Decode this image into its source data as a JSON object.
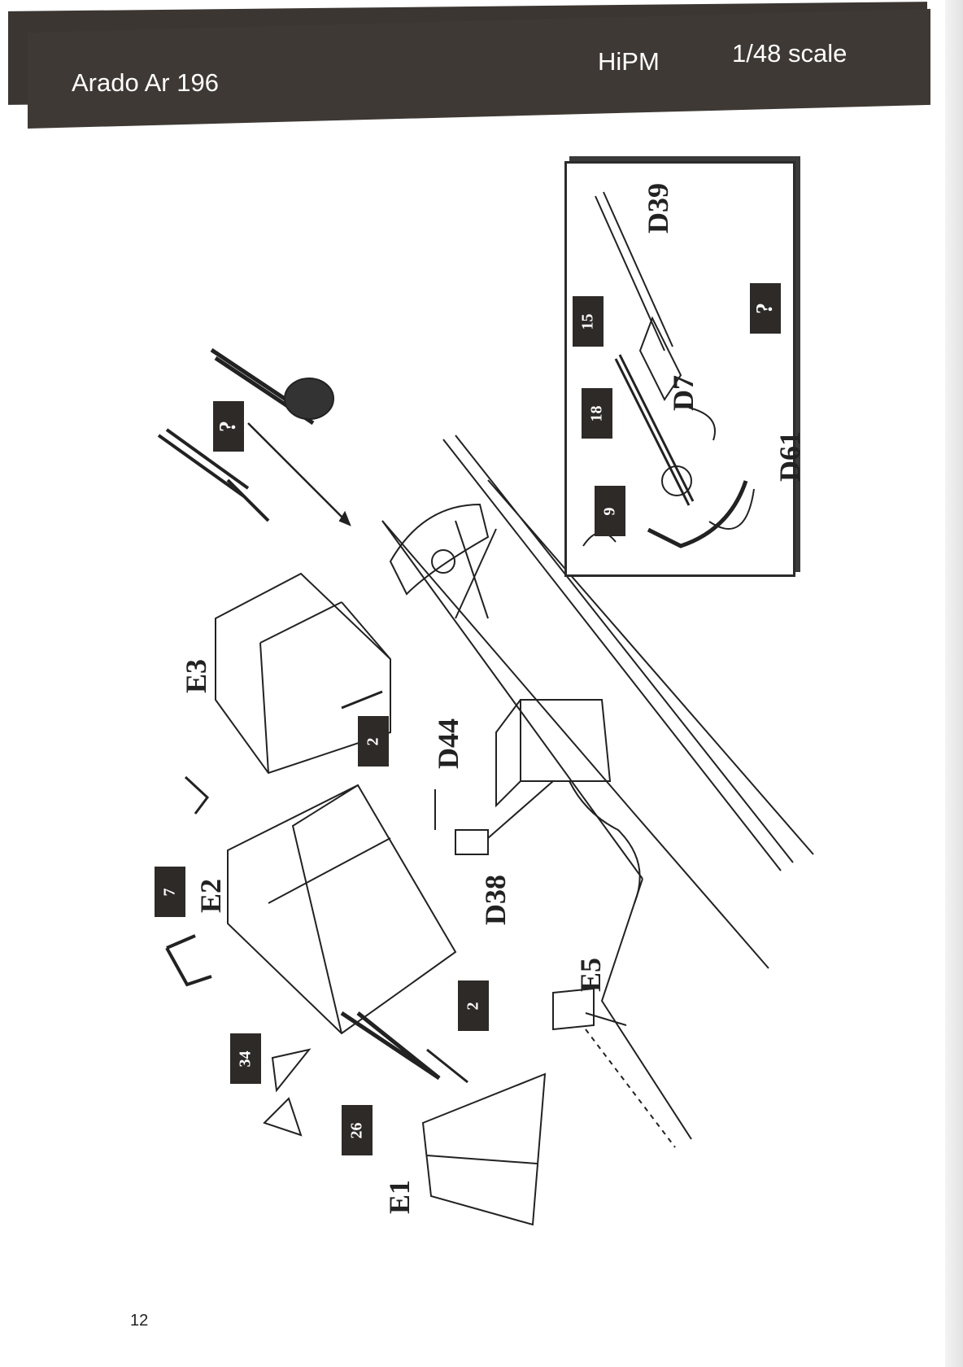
{
  "header": {
    "title": "Arado Ar 196",
    "brand": "HiPM",
    "scale": "1/48 scale",
    "band_color": "#3e3934"
  },
  "inset": {
    "parts": [
      "D39",
      "D7",
      "D61"
    ],
    "badges": [
      "15",
      "?",
      "18",
      "9"
    ]
  },
  "main": {
    "parts": [
      "E3",
      "D44",
      "E2",
      "D38",
      "E5",
      "E1"
    ],
    "badges": [
      "?",
      "2",
      "7",
      "34",
      "2",
      "26"
    ]
  },
  "footer": {
    "page_number": "12"
  }
}
